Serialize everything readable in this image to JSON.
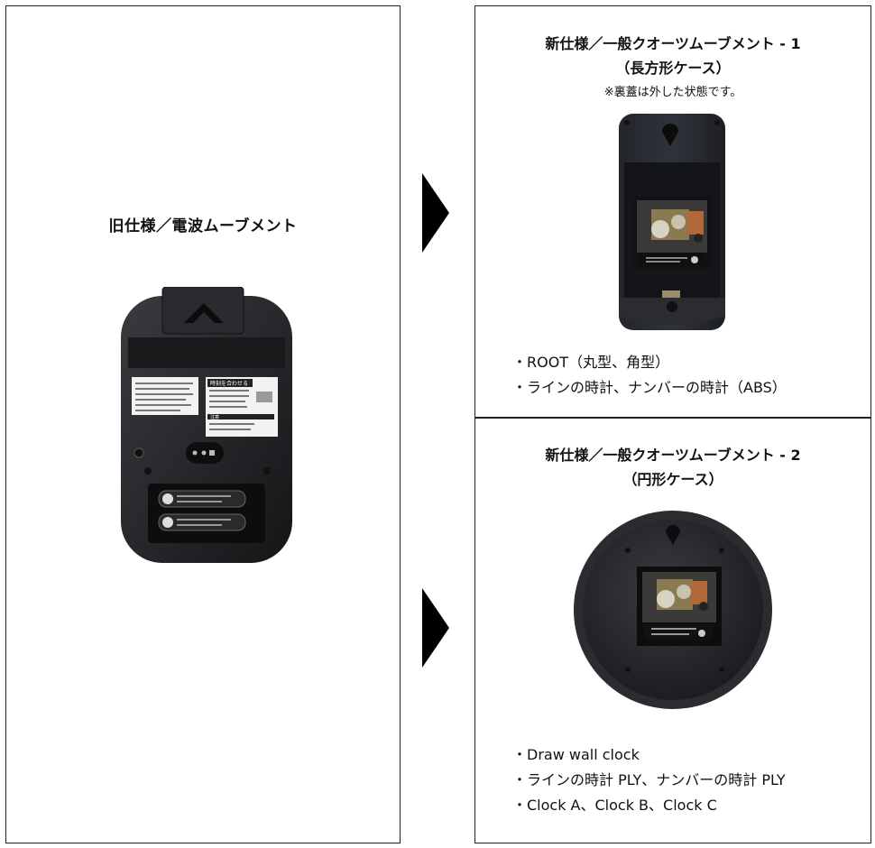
{
  "old_panel": {
    "title": "旧仕様／電波ムーブメント",
    "product_image": "radio-clock-movement-back-photo",
    "instruction_label_text": [
      "時刻を合わせる",
      "注意"
    ]
  },
  "new_panel_1": {
    "title": "新仕様／一般クオーツムーブメント - 1",
    "subtitle": "（長方形ケース）",
    "note": "※裏蓋は外した状態です。",
    "product_image": "rectangular-case-quartz-movement-photo",
    "bullets": [
      "・ROOT（丸型、角型）",
      "・ラインの時計、ナンバーの時計（ABS）"
    ]
  },
  "new_panel_2": {
    "title": "新仕様／一般クオーツムーブメント - 2",
    "subtitle": "（円形ケース）",
    "product_image": "round-case-quartz-movement-photo",
    "bullets": [
      "・Draw wall clock",
      "・ラインの時計 PLY、ナンバーの時計 PLY",
      "・Clock A、Clock B、Clock C"
    ]
  },
  "arrows": [
    "arrow-right-icon",
    "arrow-right-icon"
  ],
  "colors": {
    "border": "#222222",
    "arrow": "#000000",
    "case_dark": "#1f2023"
  }
}
